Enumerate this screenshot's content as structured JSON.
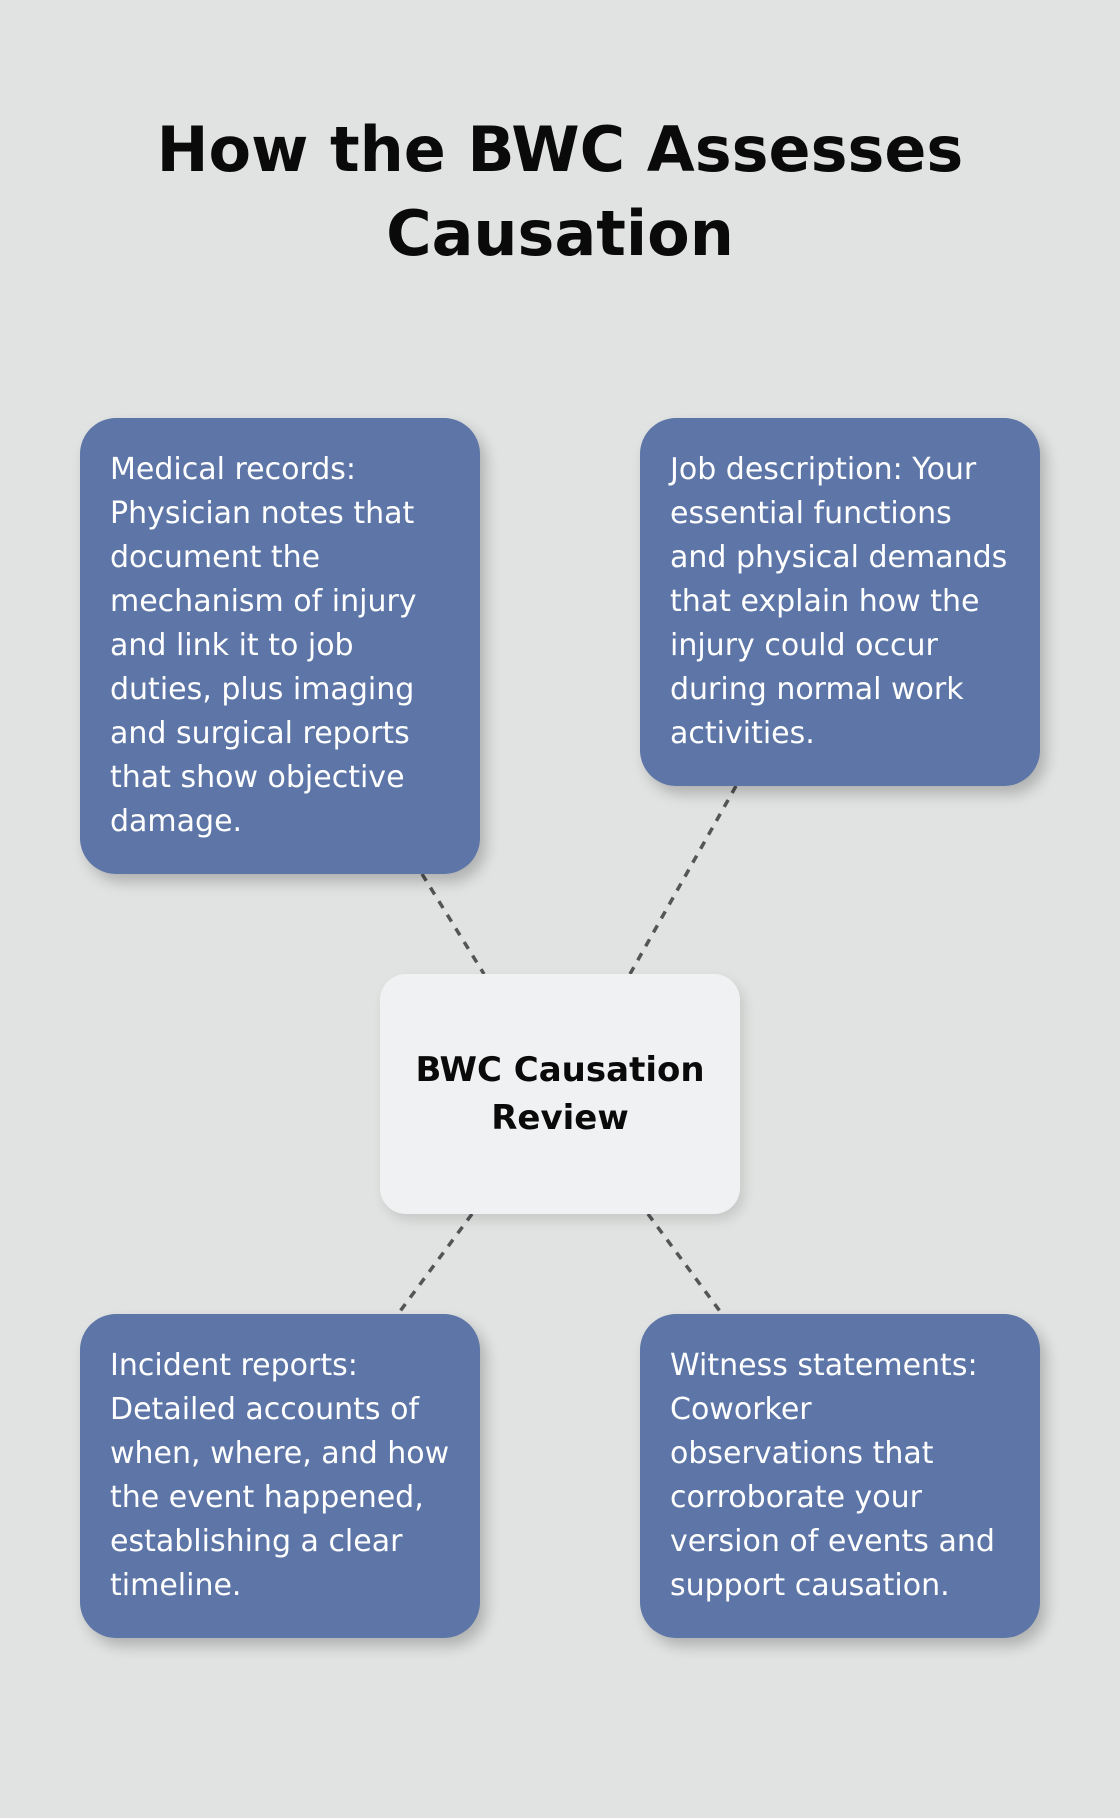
{
  "title": "How the BWC Assesses Causation",
  "center": {
    "label": "BWC Causation Review"
  },
  "cards": {
    "medical": "Medical records: Physician notes that document the mechanism of injury and link it to job duties, plus imaging and surgical reports that show objective damage.",
    "job": "Job description: Your essential functions and physical demands that explain how the injury could occur during normal work activities.",
    "incident": "Incident reports: Detailed accounts of when, where, and how the event happened, establishing a clear timeline.",
    "witness": "Witness statements: Coworker observations that corroborate your version of events and support causation."
  },
  "colors": {
    "background": "#e1e3e2",
    "card": "#5d76a7",
    "center": "#f0f1f3",
    "connector": "#555555"
  }
}
